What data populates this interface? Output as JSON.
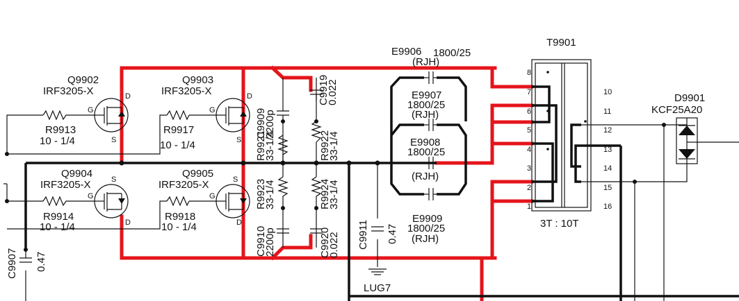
{
  "components": {
    "T9901": {
      "ref": "T9901",
      "ratio": "3T : 10T",
      "pins_primary": [
        "8",
        "7",
        "6",
        "5",
        "4",
        "3",
        "2",
        "1"
      ],
      "pins_secondary": [
        "10",
        "11",
        "12",
        "13",
        "14",
        "15",
        "16"
      ]
    },
    "D9901": {
      "ref": "D9901",
      "part": "KCF25A20"
    },
    "Q9902": {
      "ref": "Q9902",
      "part": "IRF3205-X"
    },
    "Q9903": {
      "ref": "Q9903",
      "part": "IRF3205-X"
    },
    "Q9904": {
      "ref": "Q9904",
      "part": "IRF3205-X"
    },
    "Q9905": {
      "ref": "Q9905",
      "part": "IRF3205-X"
    },
    "R9913": {
      "ref": "R9913",
      "value": "10 - 1/4"
    },
    "R9917": {
      "ref": "R9917",
      "value": "10 - 1/4"
    },
    "R9914": {
      "ref": "R9914",
      "value": "10 - 1/4"
    },
    "R9918": {
      "ref": "R9918",
      "value": "10 - 1/4"
    },
    "C9909": {
      "ref": "C9909",
      "value": "2200p"
    },
    "C9919": {
      "ref": "C9919",
      "value": "0.022"
    },
    "C9910": {
      "ref": "C9910",
      "value": "2200p"
    },
    "C9920": {
      "ref": "C9920",
      "value": "0.022"
    },
    "R9921": {
      "ref": "R9921",
      "value": "33-1/4"
    },
    "R9922": {
      "ref": "R9922",
      "value": "33-1/4"
    },
    "R9923": {
      "ref": "R9923",
      "value": "33-1/4"
    },
    "R9924": {
      "ref": "R9924",
      "value": "33-1/4"
    },
    "E9906": {
      "ref": "E9906",
      "value": "1800/25",
      "note": "(RJH)"
    },
    "E9907": {
      "ref": "E9907",
      "value": "1800/25",
      "note": "(RJH)"
    },
    "E9908": {
      "ref": "E9908",
      "value": "1800/25",
      "note": "(RJH)"
    },
    "E9909": {
      "ref": "E9909",
      "value": "1800/25",
      "note": "(RJH)"
    },
    "C9911": {
      "ref": "C9911",
      "value": "0.47"
    },
    "C9907": {
      "ref": "C9907",
      "value": "0.47"
    },
    "LUG7": {
      "ref": "LUG7"
    }
  },
  "pin_letters": {
    "gate": "G",
    "drain": "D",
    "source": "S"
  },
  "colors": {
    "highlight_path": "#e5141b",
    "wire": "#111111"
  }
}
